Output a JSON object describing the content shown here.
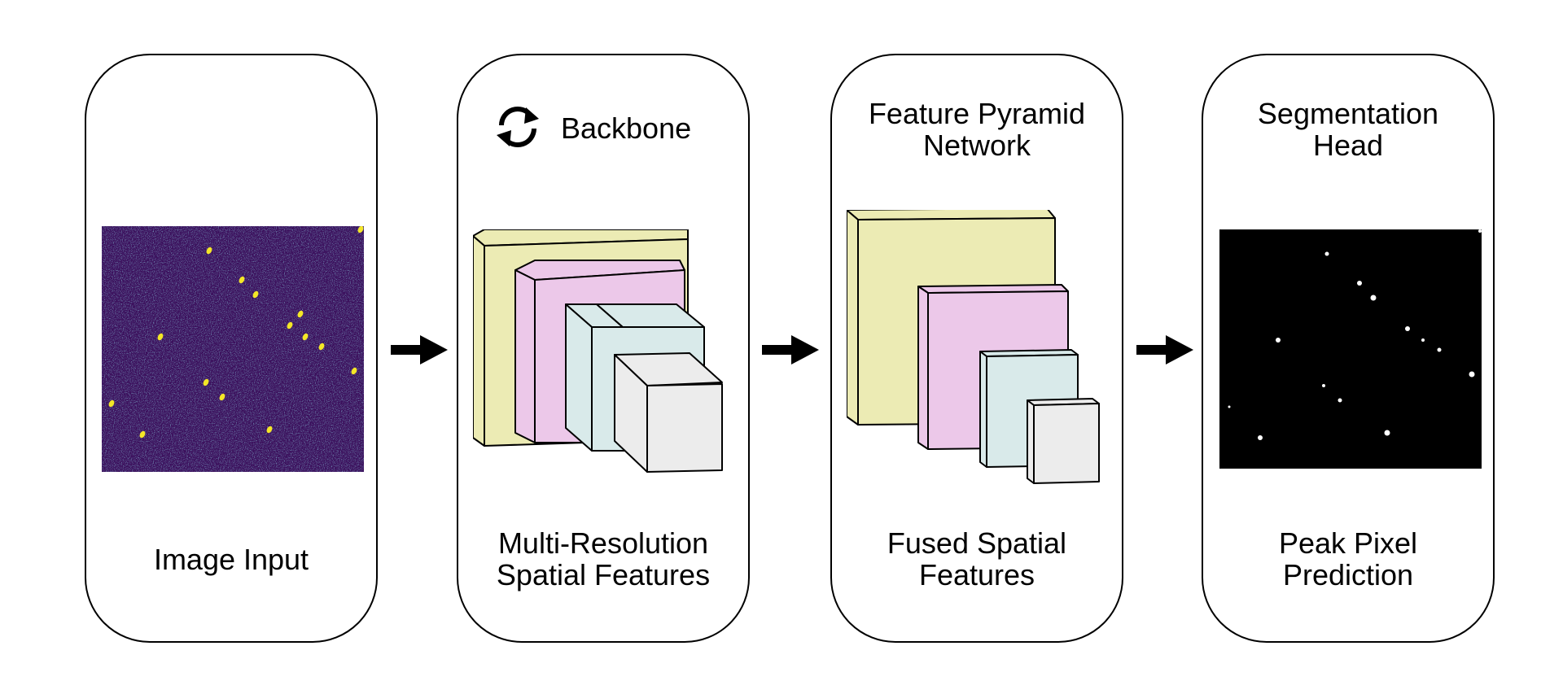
{
  "panels": [
    {
      "title": "",
      "caption": "Image Input"
    },
    {
      "title": "Backbone",
      "caption": "Multi-Resolution\nSpatial Features"
    },
    {
      "title": "Feature Pyramid\nNetwork",
      "caption": "Fused Spatial\nFeatures"
    },
    {
      "title": "Segmentation\nHead",
      "caption": "Peak Pixel\nPrediction"
    }
  ],
  "colors": {
    "yellow": "#ecebb4",
    "pink": "#ecc8e9",
    "cyan": "#d9eaea",
    "gray": "#ececec",
    "input_bg": "#3b0f5c",
    "spot": "#f4e727"
  },
  "icons": [
    "refresh-icon",
    "arrow-right-icon"
  ]
}
